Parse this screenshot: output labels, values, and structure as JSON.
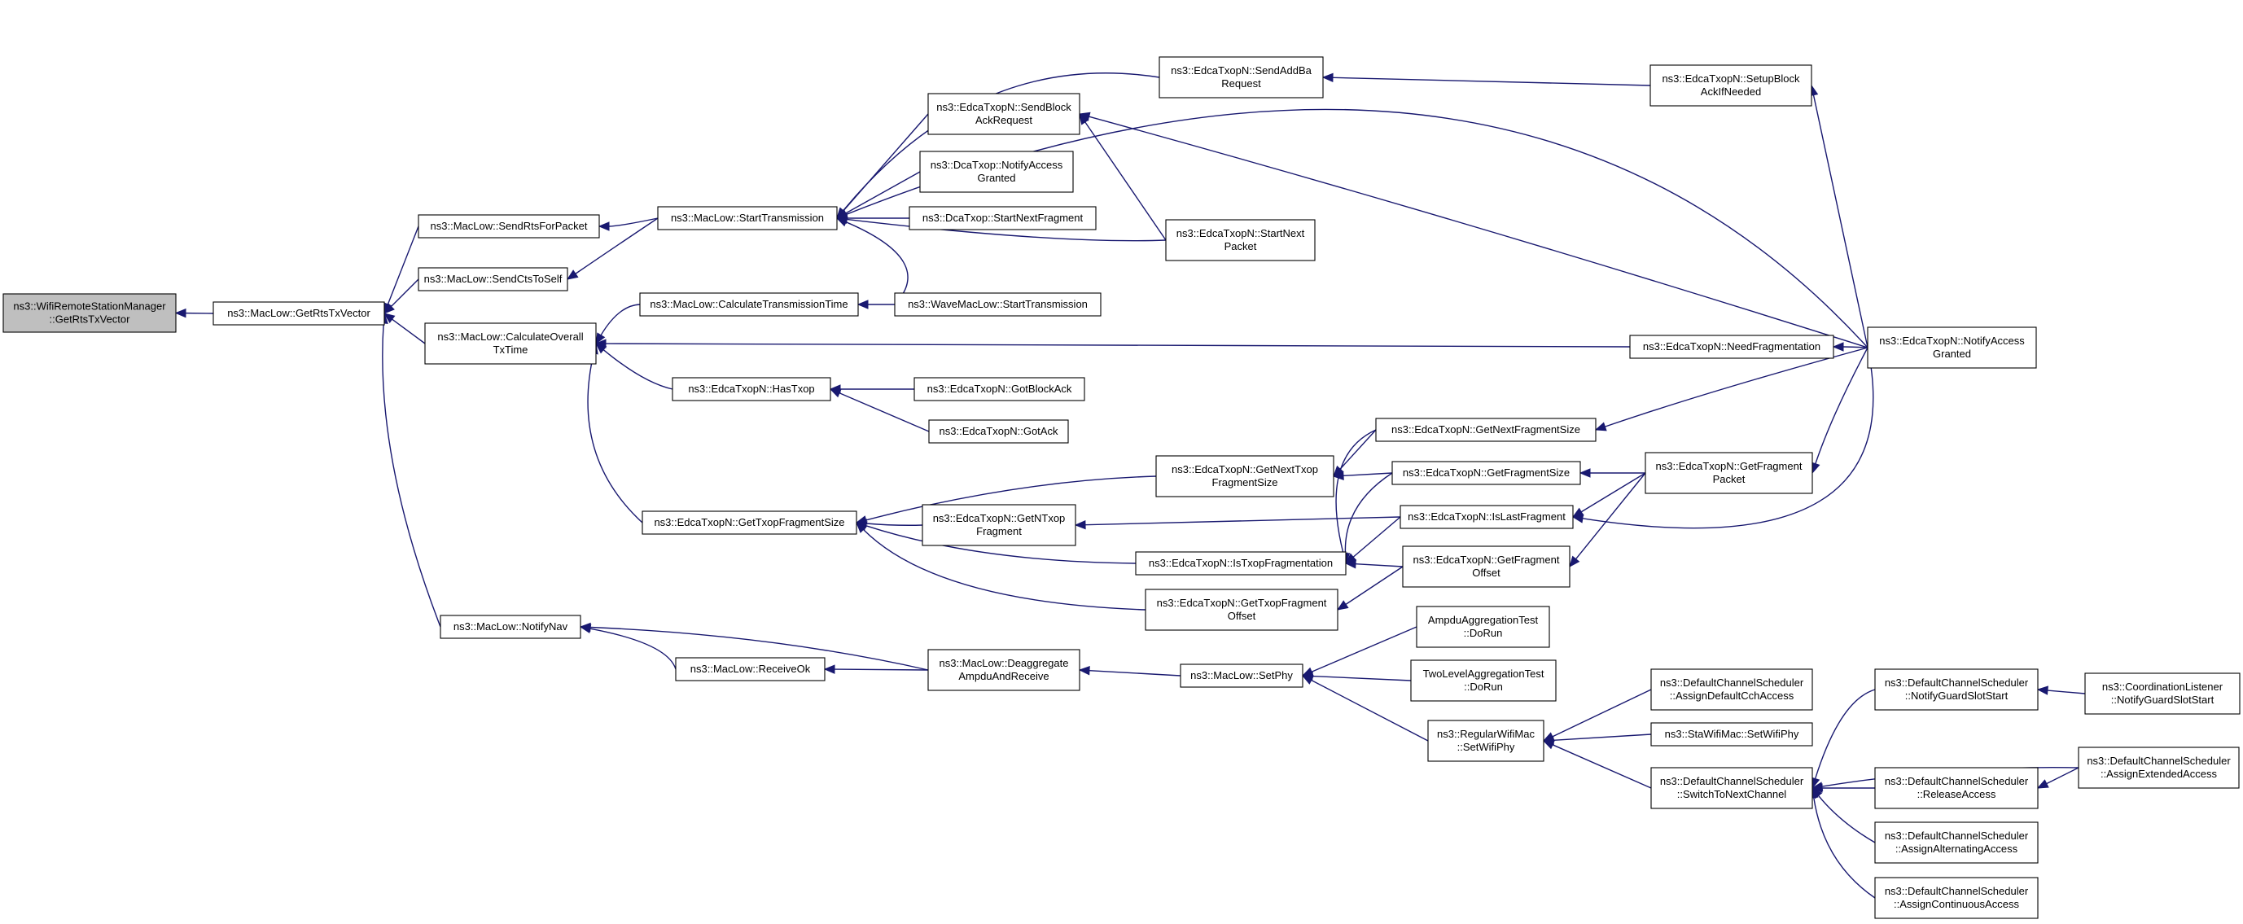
{
  "colors": {
    "edge": "#191970",
    "root_fill": "#bfbfbf",
    "node_fill": "#ffffff",
    "node_border": "#000000"
  },
  "nodes": [
    {
      "id": "n0",
      "lines": [
        "ns3::WifiRemoteStationManager",
        "::GetRtsTxVector"
      ],
      "root": true
    },
    {
      "id": "n1",
      "lines": [
        "ns3::MacLow::GetRtsTxVector"
      ]
    },
    {
      "id": "n2",
      "lines": [
        "ns3::MacLow::SendRtsForPacket"
      ]
    },
    {
      "id": "n3",
      "lines": [
        "ns3::MacLow::SendCtsToSelf"
      ]
    },
    {
      "id": "n4",
      "lines": [
        "ns3::MacLow::CalculateOverall",
        "TxTime"
      ]
    },
    {
      "id": "n5",
      "lines": [
        "ns3::MacLow::NotifyNav"
      ]
    },
    {
      "id": "n6",
      "lines": [
        "ns3::MacLow::StartTransmission"
      ]
    },
    {
      "id": "n7",
      "lines": [
        "ns3::MacLow::CalculateTransmissionTime"
      ]
    },
    {
      "id": "n8",
      "lines": [
        "ns3::EdcaTxopN::HasTxop"
      ]
    },
    {
      "id": "n9",
      "lines": [
        "ns3::EdcaTxopN::GetTxopFragmentSize"
      ]
    },
    {
      "id": "n10",
      "lines": [
        "ns3::MacLow::ReceiveOk"
      ]
    },
    {
      "id": "n11",
      "lines": [
        "ns3::EdcaTxopN::SendBlock",
        "AckRequest"
      ]
    },
    {
      "id": "n12",
      "lines": [
        "ns3::DcaTxop::NotifyAccess",
        "Granted"
      ]
    },
    {
      "id": "n13",
      "lines": [
        "ns3::DcaTxop::StartNextFragment"
      ]
    },
    {
      "id": "n14",
      "lines": [
        "ns3::WaveMacLow::StartTransmission"
      ]
    },
    {
      "id": "n15",
      "lines": [
        "ns3::EdcaTxopN::GotBlockAck"
      ]
    },
    {
      "id": "n16",
      "lines": [
        "ns3::EdcaTxopN::GotAck"
      ]
    },
    {
      "id": "n17",
      "lines": [
        "ns3::EdcaTxopN::GetNTxop",
        "Fragment"
      ]
    },
    {
      "id": "n18",
      "lines": [
        "ns3::MacLow::Deaggregate",
        "AmpduAndReceive"
      ]
    },
    {
      "id": "n19",
      "lines": [
        "ns3::EdcaTxopN::SendAddBa",
        "Request"
      ]
    },
    {
      "id": "n20",
      "lines": [
        "ns3::EdcaTxopN::StartNext",
        "Packet"
      ]
    },
    {
      "id": "n21",
      "lines": [
        "ns3::EdcaTxopN::GetNextTxop",
        "FragmentSize"
      ]
    },
    {
      "id": "n22",
      "lines": [
        "ns3::EdcaTxopN::IsTxopFragmentation"
      ]
    },
    {
      "id": "n23",
      "lines": [
        "ns3::EdcaTxopN::GetTxopFragment",
        "Offset"
      ]
    },
    {
      "id": "n24",
      "lines": [
        "ns3::MacLow::SetPhy"
      ]
    },
    {
      "id": "n25",
      "lines": [
        "ns3::EdcaTxopN::GetNextFragmentSize"
      ]
    },
    {
      "id": "n26",
      "lines": [
        "ns3::EdcaTxopN::GetFragmentSize"
      ]
    },
    {
      "id": "n27",
      "lines": [
        "ns3::EdcaTxopN::IsLastFragment"
      ]
    },
    {
      "id": "n28",
      "lines": [
        "ns3::EdcaTxopN::GetFragment",
        "Offset"
      ]
    },
    {
      "id": "n29",
      "lines": [
        "AmpduAggregationTest",
        "::DoRun"
      ]
    },
    {
      "id": "n30",
      "lines": [
        "TwoLevelAggregationTest",
        "::DoRun"
      ]
    },
    {
      "id": "n31",
      "lines": [
        "ns3::RegularWifiMac",
        "::SetWifiPhy"
      ]
    },
    {
      "id": "n32",
      "lines": [
        "ns3::EdcaTxopN::SetupBlock",
        "AckIfNeeded"
      ]
    },
    {
      "id": "n33",
      "lines": [
        "ns3::EdcaTxopN::NeedFragmentation"
      ]
    },
    {
      "id": "n34",
      "lines": [
        "ns3::EdcaTxopN::GetFragment",
        "Packet"
      ]
    },
    {
      "id": "n35",
      "lines": [
        "ns3::DefaultChannelScheduler",
        "::AssignDefaultCchAccess"
      ]
    },
    {
      "id": "n36",
      "lines": [
        "ns3::StaWifiMac::SetWifiPhy"
      ]
    },
    {
      "id": "n37",
      "lines": [
        "ns3::DefaultChannelScheduler",
        "::SwitchToNextChannel"
      ]
    },
    {
      "id": "n38",
      "lines": [
        "ns3::EdcaTxopN::NotifyAccess",
        "Granted"
      ]
    },
    {
      "id": "n39",
      "lines": [
        "ns3::DefaultChannelScheduler",
        "::NotifyGuardSlotStart"
      ]
    },
    {
      "id": "n40",
      "lines": [
        "ns3::DefaultChannelScheduler",
        "::ReleaseAccess"
      ]
    },
    {
      "id": "n41",
      "lines": [
        "ns3::DefaultChannelScheduler",
        "::AssignAlternatingAccess"
      ]
    },
    {
      "id": "n42",
      "lines": [
        "ns3::DefaultChannelScheduler",
        "::AssignContinuousAccess"
      ]
    },
    {
      "id": "n43",
      "lines": [
        "ns3::CoordinationListener",
        "::NotifyGuardSlotStart"
      ]
    },
    {
      "id": "n44",
      "lines": [
        "ns3::DefaultChannelScheduler",
        "::AssignExtendedAccess"
      ]
    }
  ],
  "edges": [
    [
      "n1",
      "n0"
    ],
    [
      "n2",
      "n1"
    ],
    [
      "n3",
      "n1"
    ],
    [
      "n4",
      "n1"
    ],
    [
      "n5",
      "n1"
    ],
    [
      "n6",
      "n2"
    ],
    [
      "n6",
      "n3"
    ],
    [
      "n7",
      "n4"
    ],
    [
      "n8",
      "n4"
    ],
    [
      "n9",
      "n4"
    ],
    [
      "n33",
      "n4"
    ],
    [
      "n10",
      "n5"
    ],
    [
      "n18",
      "n5"
    ],
    [
      "n11",
      "n6"
    ],
    [
      "n12",
      "n6"
    ],
    [
      "n13",
      "n6"
    ],
    [
      "n14",
      "n6"
    ],
    [
      "n19",
      "n6"
    ],
    [
      "n20",
      "n6"
    ],
    [
      "n38",
      "n6"
    ],
    [
      "n14",
      "n7"
    ],
    [
      "n15",
      "n8"
    ],
    [
      "n16",
      "n8"
    ],
    [
      "n17",
      "n9"
    ],
    [
      "n21",
      "n9"
    ],
    [
      "n22",
      "n9"
    ],
    [
      "n23",
      "n9"
    ],
    [
      "n18",
      "n10"
    ],
    [
      "n20",
      "n11"
    ],
    [
      "n38",
      "n11"
    ],
    [
      "n27",
      "n17"
    ],
    [
      "n24",
      "n18"
    ],
    [
      "n32",
      "n19"
    ],
    [
      "n25",
      "n21"
    ],
    [
      "n26",
      "n21"
    ],
    [
      "n25",
      "n22"
    ],
    [
      "n26",
      "n22"
    ],
    [
      "n27",
      "n22"
    ],
    [
      "n28",
      "n22"
    ],
    [
      "n28",
      "n23"
    ],
    [
      "n29",
      "n24"
    ],
    [
      "n30",
      "n24"
    ],
    [
      "n31",
      "n24"
    ],
    [
      "n38",
      "n25"
    ],
    [
      "n34",
      "n26"
    ],
    [
      "n34",
      "n27"
    ],
    [
      "n38",
      "n27"
    ],
    [
      "n34",
      "n28"
    ],
    [
      "n35",
      "n31"
    ],
    [
      "n36",
      "n31"
    ],
    [
      "n37",
      "n31"
    ],
    [
      "n38",
      "n32"
    ],
    [
      "n38",
      "n33"
    ],
    [
      "n38",
      "n34"
    ],
    [
      "n39",
      "n37"
    ],
    [
      "n40",
      "n37"
    ],
    [
      "n41",
      "n37"
    ],
    [
      "n42",
      "n37"
    ],
    [
      "n44",
      "n37"
    ],
    [
      "n43",
      "n39"
    ],
    [
      "n44",
      "n40"
    ]
  ]
}
